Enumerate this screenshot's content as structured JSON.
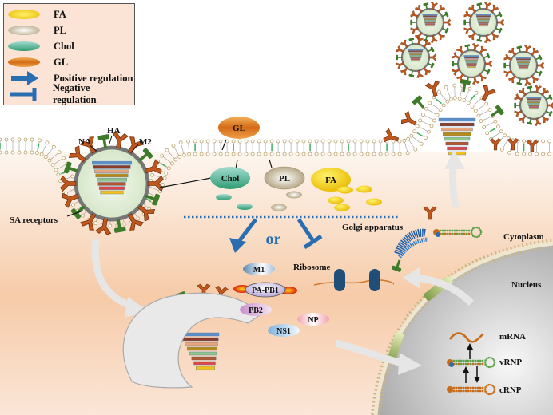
{
  "legend": {
    "items": [
      {
        "label": "FA",
        "symbol": "fatty-acid-oval",
        "color": "#f5c518"
      },
      {
        "label": "PL",
        "symbol": "phospholipid-oval",
        "color": "#b8a88a"
      },
      {
        "label": "Chol",
        "symbol": "cholesterol-oval",
        "color": "#3fae8a"
      },
      {
        "label": "GL",
        "symbol": "glycolipid-oval",
        "color": "#e08a2a"
      },
      {
        "label": "Positive regulation",
        "symbol": "arrow",
        "color": "#2a6db0"
      },
      {
        "label": "Negative regulation",
        "symbol": "t-bar",
        "color": "#2a6db0"
      }
    ]
  },
  "virion_labels": {
    "na": "NA",
    "ha": "HA",
    "m2": "M2",
    "sa_receptors": "SA receptors"
  },
  "lipids": {
    "gl": "GL",
    "chol": "Chol",
    "pl": "PL",
    "fa": "FA"
  },
  "regulation": {
    "or": "or"
  },
  "proteins": {
    "m1": "M1",
    "pa_pb1": "PA-PB1",
    "pb2": "PB2",
    "ns1": "NS1",
    "np": "NP"
  },
  "organelles": {
    "ribosome": "Ribosome",
    "golgi": "Golgi apparatus",
    "cytoplasm": "Cytoplasm",
    "nucleus": "Nucleus"
  },
  "rna": {
    "mrna": "mRNA",
    "vrnp": "vRNP",
    "crnp": "cRNP"
  },
  "colors": {
    "ha": "#c0581d",
    "na": "#3d7a2a",
    "envelope": "#777777",
    "arrow_blue": "#2a6db0",
    "cell_bg_top": "#fdf3ec",
    "cell_bg_mid": "#f6cba8",
    "nucleus": "#bdbdbd"
  },
  "genome_segments": [
    "#5b8fc9",
    "#8b3a2a",
    "#e8a47a",
    "#b58a1a",
    "#8fc48a",
    "#b5562a",
    "#d84a4a",
    "#f2c01c"
  ]
}
